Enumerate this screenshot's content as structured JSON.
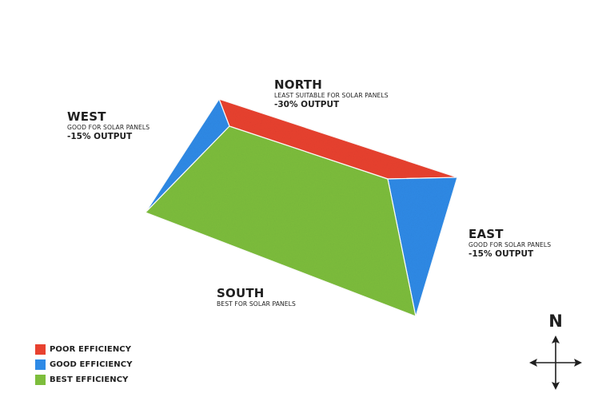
{
  "colors": {
    "poor": "#e8412f",
    "good": "#2e8ae6",
    "best": "#7dbd3c",
    "text": "#1f1f1f"
  },
  "faces": {
    "north": {
      "title": "NORTH",
      "description": "LEAST SUITABLE FOR SOLAR PANELS",
      "output": "-30% OUTPUT",
      "efficiency": "poor"
    },
    "west": {
      "title": "WEST",
      "description": "GOOD FOR SOLAR PANELS",
      "output": "-15% OUTPUT",
      "efficiency": "good"
    },
    "east": {
      "title": "EAST",
      "description": "GOOD FOR SOLAR PANELS",
      "output": "-15% OUTPUT",
      "efficiency": "good"
    },
    "south": {
      "title": "SOUTH",
      "description": "BEST FOR SOLAR PANELS",
      "efficiency": "best"
    }
  },
  "legend": {
    "items": [
      {
        "label": "POOR EFFICIENCY",
        "color": "#e8412f"
      },
      {
        "label": "GOOD EFFICIENCY",
        "color": "#2e8ae6"
      },
      {
        "label": "BEST EFFICIENCY",
        "color": "#7dbd3c"
      }
    ]
  },
  "compass": {
    "north_label": "N"
  }
}
